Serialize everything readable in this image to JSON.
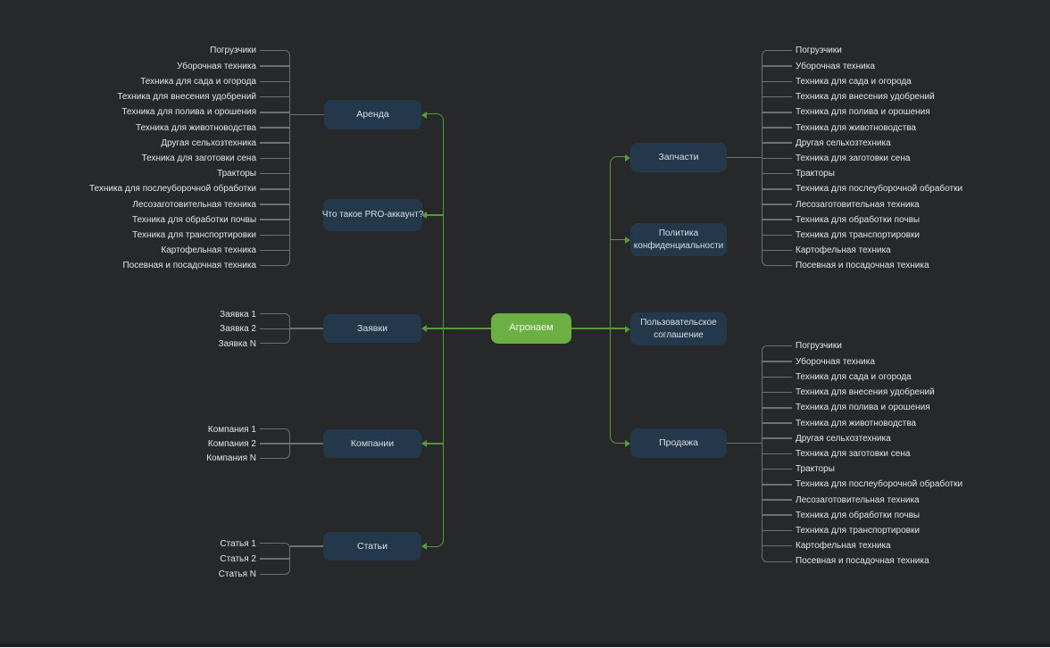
{
  "colors": {
    "background": "#272829",
    "node_bg": "#24384b",
    "node_text": "#d9dfe5",
    "root_bg": "#6cb043",
    "root_text": "#f3f7ef",
    "branch_line": "#5b973d",
    "leaf_line": "#6e7072",
    "leaf_text": "#e3e5e7"
  },
  "root": {
    "label": "Агронаем"
  },
  "left_branches": [
    {
      "label": "Аренда",
      "children": [
        "Погрузчики",
        "Уборочная техника",
        "Техника для сада и огорода",
        "Техника для внесения удобрений",
        "Техника для полива и орошения",
        "Техника для животноводства",
        "Другая сельхозтехника",
        "Техника для заготовки сена",
        "Тракторы",
        "Техника для послеуборочной обработки",
        "Лесозаготовительная техника",
        "Техника для обработки почвы",
        "Техника для транспортировки",
        "Картофельная техника",
        "Посевная и посадочная техника"
      ]
    },
    {
      "label": "Что такое PRO-аккаунт?",
      "children": []
    },
    {
      "label": "Заявки",
      "children": [
        "Заявка 1",
        "Заявка 2",
        "Заявка N"
      ]
    },
    {
      "label": "Компании",
      "children": [
        "Компания 1",
        "Компания 2",
        "Компания N"
      ]
    },
    {
      "label": "Статьи",
      "children": [
        "Статья 1",
        "Статья 2",
        "Статья N"
      ]
    }
  ],
  "right_branches": [
    {
      "label": "Запчасти",
      "children": [
        "Погрузчики",
        "Уборочная техника",
        "Техника для сада и огорода",
        "Техника для внесения удобрений",
        "Техника для полива и орошения",
        "Техника для животноводства",
        "Другая сельхозтехника",
        "Техника для заготовки сена",
        "Тракторы",
        "Техника для послеуборочной обработки",
        "Лесозаготовительная техника",
        "Техника для обработки почвы",
        "Техника для транспортировки",
        "Картофельная техника",
        "Посевная и посадочная техника"
      ]
    },
    {
      "label": "Политика конфиденциальности",
      "children": []
    },
    {
      "label": "Пользовательское соглашение",
      "children": []
    },
    {
      "label": "Продажа",
      "children": [
        "Погрузчики",
        "Уборочная техника",
        "Техника для сада и огорода",
        "Техника для внесения удобрений",
        "Техника для полива и орошения",
        "Техника для животноводства",
        "Другая сельхозтехника",
        "Техника для заготовки сена",
        "Тракторы",
        "Техника для послеуборочной обработки",
        "Лесозаготовительная техника",
        "Техника для обработки почвы",
        "Техника для транспортировки",
        "Картофельная техника",
        "Посевная и посадочная техника"
      ]
    }
  ]
}
